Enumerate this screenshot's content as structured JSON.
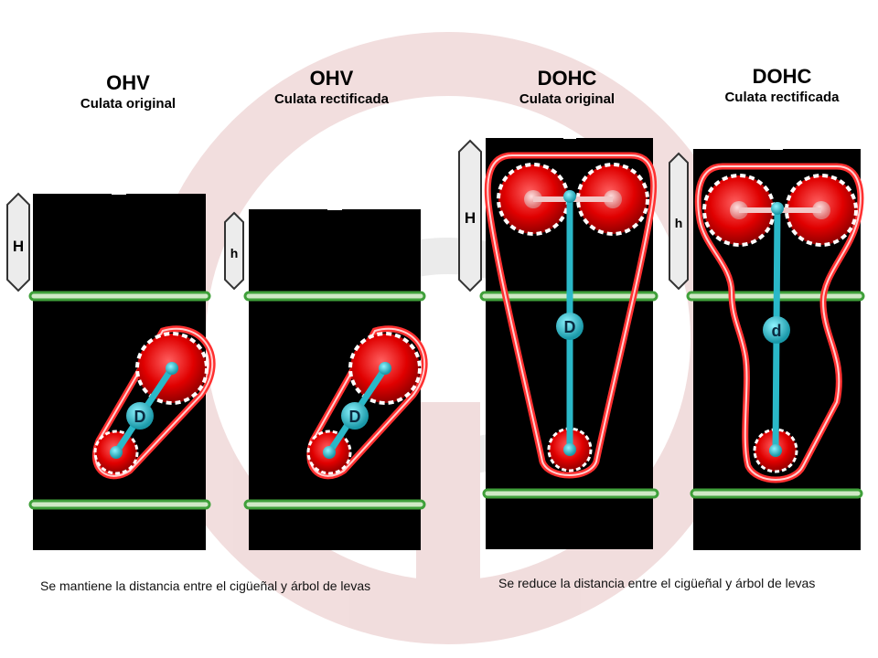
{
  "panels": [
    {
      "engine": "OHV",
      "head": "Culata original",
      "height_label": "H",
      "distance_label": "D"
    },
    {
      "engine": "OHV",
      "head": "Culata rectificada",
      "height_label": "h",
      "distance_label": "D"
    },
    {
      "engine": "DOHC",
      "head": "Culata original",
      "height_label": "H",
      "distance_label": "D"
    },
    {
      "engine": "DOHC",
      "head": "Culata rectificada",
      "height_label": "h",
      "distance_label": "d"
    }
  ],
  "captions": {
    "ohv": "Se mantiene la distancia entre el cigüeñal y árbol de levas",
    "dohc": "Se reduce la distancia entre el cigüeñal y árbol de levas"
  },
  "colors": {
    "block": "#000000",
    "gear": "#e60000",
    "chain": "#ff3030",
    "rod": "#2ab8c8",
    "gasket": "#3fa03a",
    "watermark": "#d9a0a0"
  }
}
